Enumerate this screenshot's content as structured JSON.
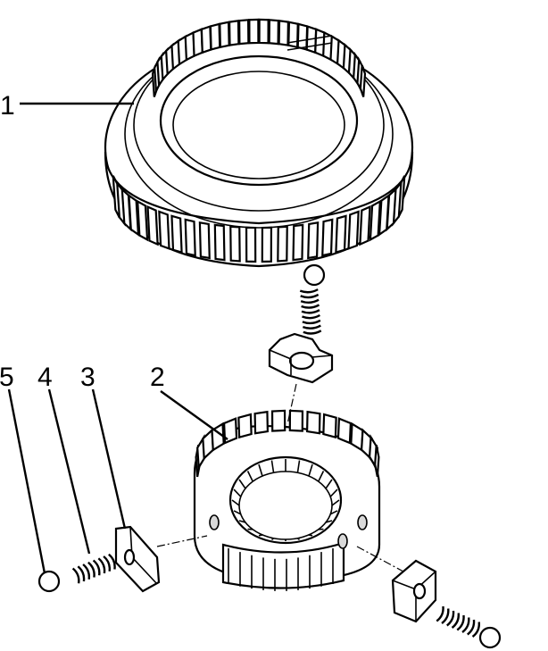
{
  "callouts": {
    "c1": "1",
    "c2": "2",
    "c3": "3",
    "c4": "4",
    "c5": "5"
  },
  "parts": {
    "sleeve": "shift-sleeve-ring-icon",
    "hub": "synchronizer-hub-icon",
    "insert": "shift-insert-block-icon",
    "spring": "coil-spring-icon",
    "ball": "ball-icon"
  },
  "colors": {
    "line": "#000000",
    "shade": "#d9d9d9",
    "background": "#ffffff"
  }
}
